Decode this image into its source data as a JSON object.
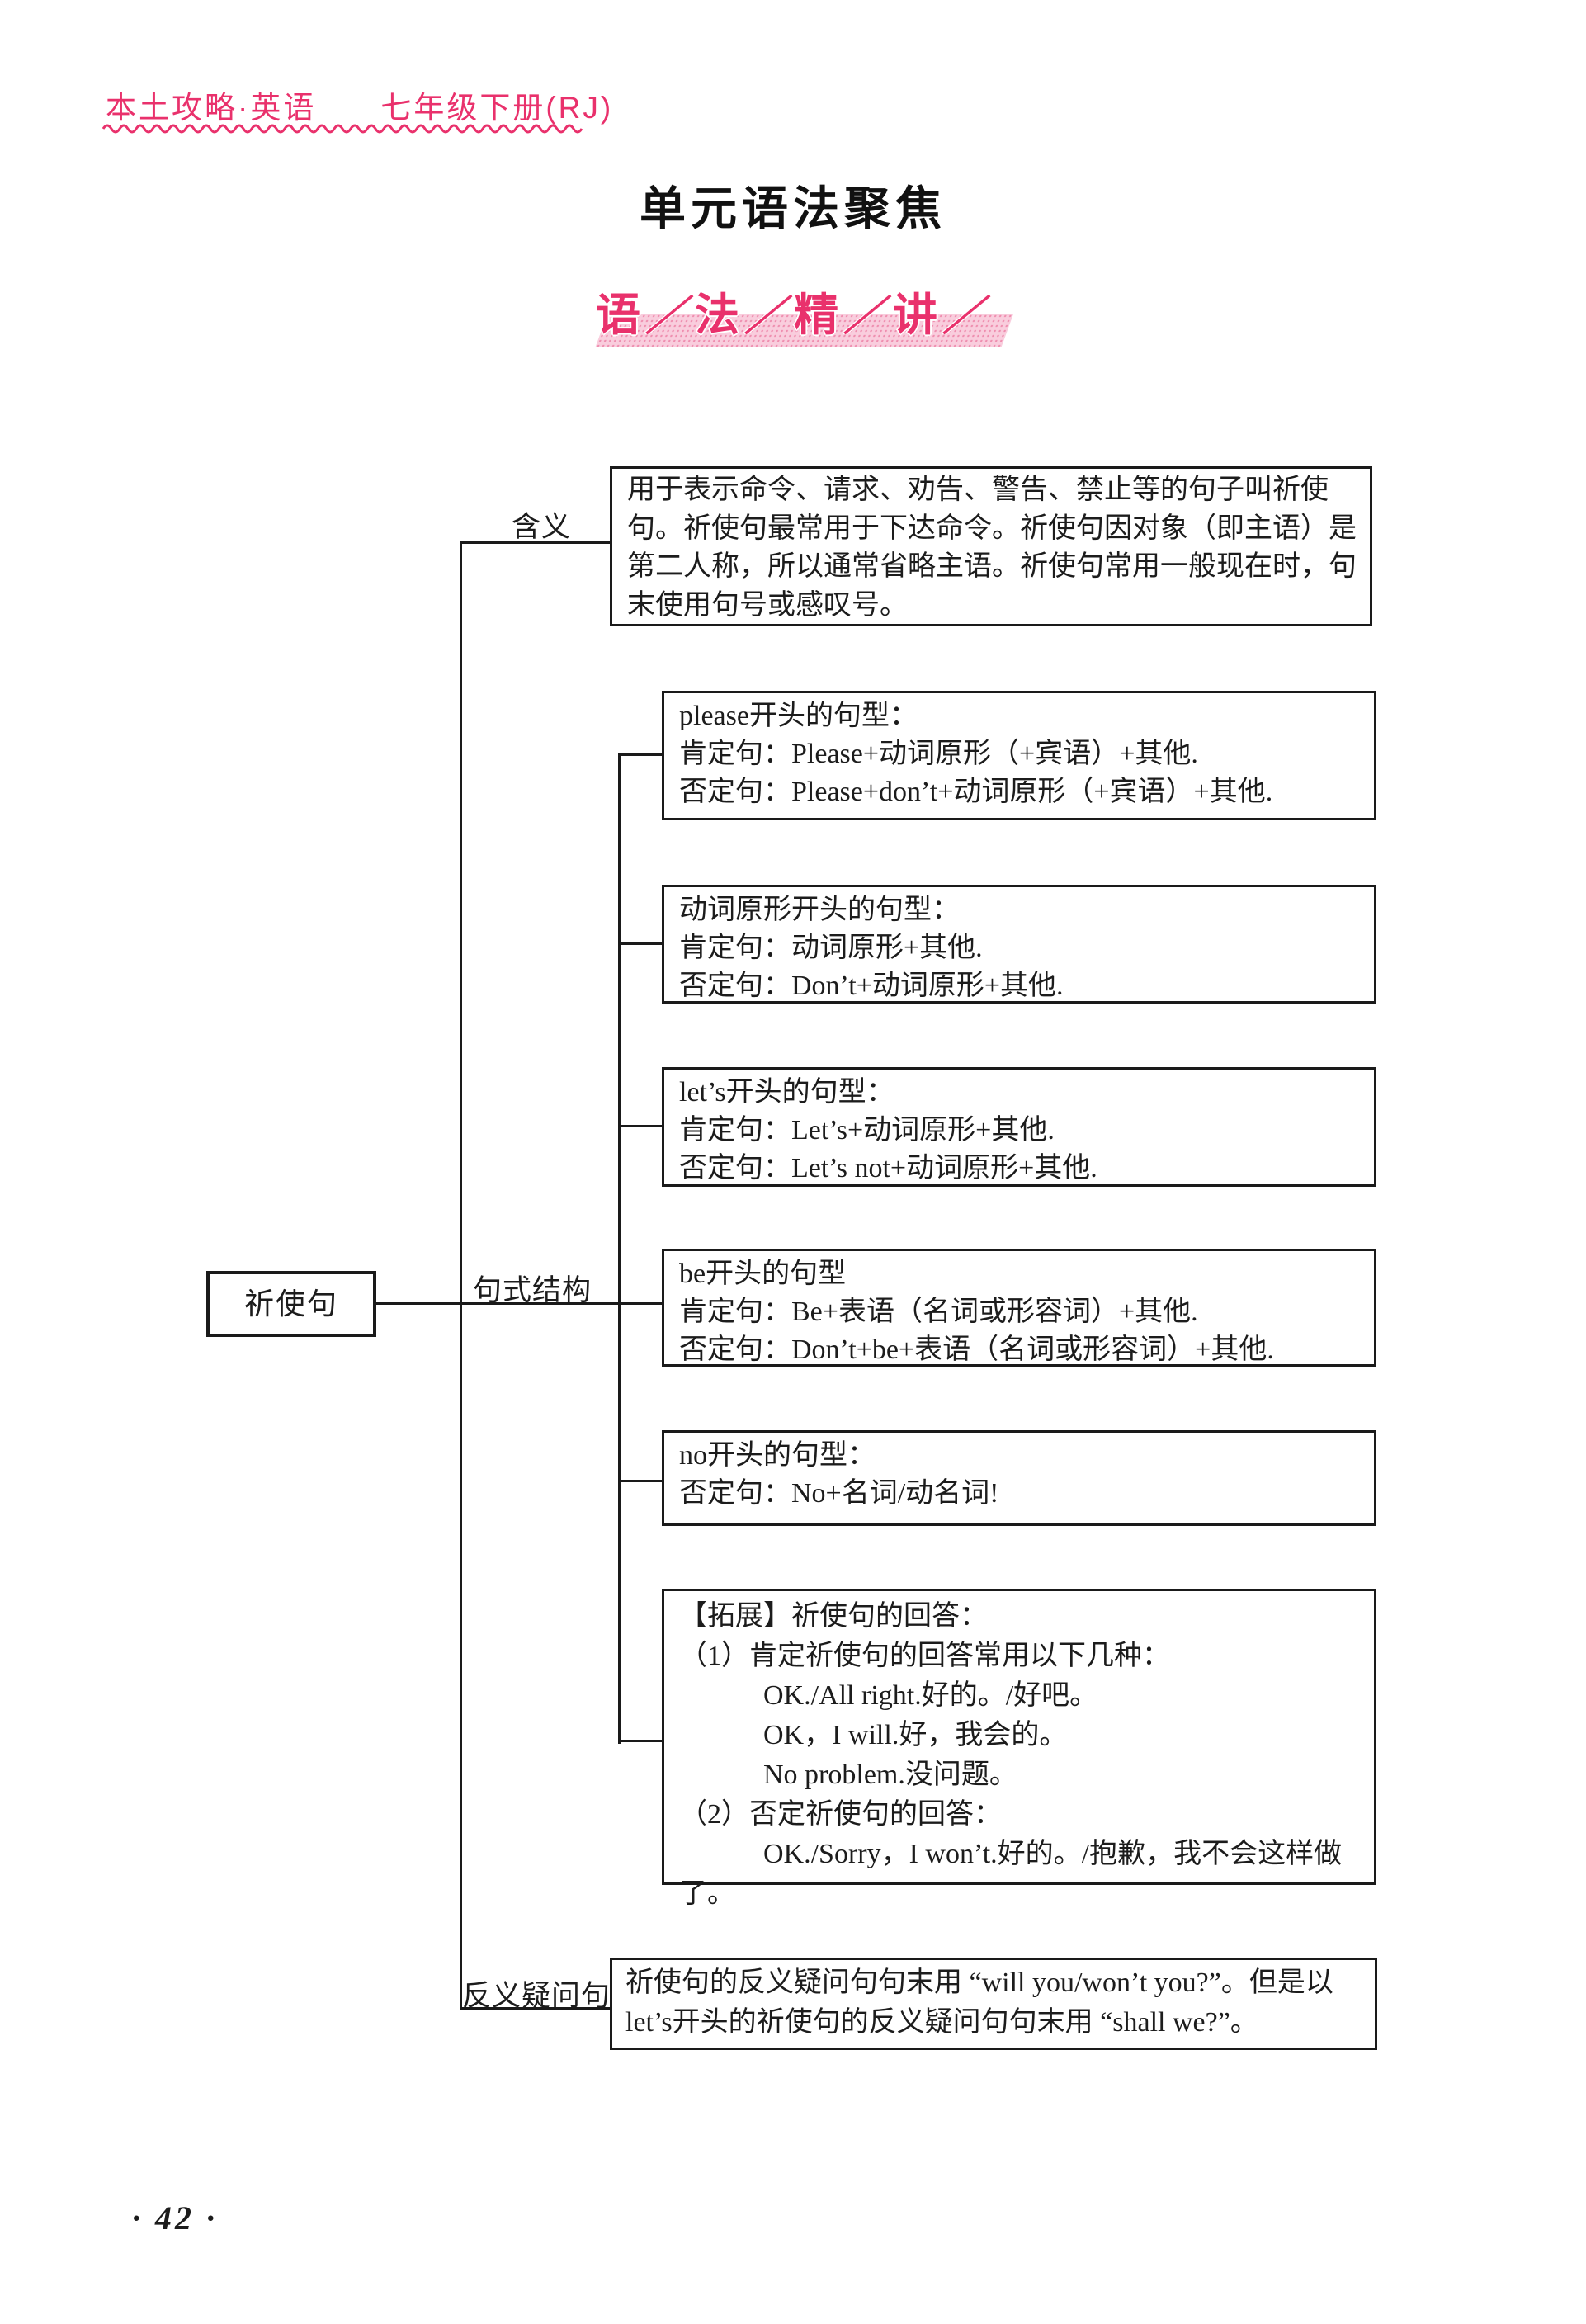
{
  "page": {
    "header_left": "本土攻略·英语",
    "header_right": "七年级下册(RJ)",
    "title": "单元语法聚焦",
    "banner": {
      "chars": [
        "语",
        "法",
        "精",
        "讲"
      ],
      "separator": "／"
    },
    "page_number": "· 42 ·"
  },
  "tree": {
    "root_label": "祈使句",
    "branch_meaning": {
      "label": "含义",
      "text": "用于表示命令、请求、劝告、警告、禁止等的句子叫祈使句。祈使句最常用于下达命令。祈使句因对象（即主语）是第二人称，所以通常省略主语。祈使句常用一般现在时，句末使用句号或感叹号。"
    },
    "branch_structure": {
      "label": "句式结构",
      "boxes": [
        {
          "l1": "please开头的句型：",
          "l2": "肯定句：Please+动词原形（+宾语）+其他.",
          "l3": "否定句：Please+don’t+动词原形（+宾语）+其他."
        },
        {
          "l1": "动词原形开头的句型：",
          "l2": "肯定句：动词原形+其他.",
          "l3": "否定句：Don’t+动词原形+其他."
        },
        {
          "l1": "let’s开头的句型：",
          "l2": "肯定句：Let’s+动词原形+其他.",
          "l3": "否定句：Let’s not+动词原形+其他."
        },
        {
          "l1": "be开头的句型",
          "l2": "肯定句：Be+表语（名词或形容词）+其他.",
          "l3": "否定句：Don’t+be+表语（名词或形容词）+其他."
        },
        {
          "l1": "no开头的句型：",
          "l2": "否定句：No+名词/动名词!"
        },
        {
          "l1": "【拓展】祈使句的回答：",
          "l2": "（1）肯定祈使句的回答常用以下几种：",
          "l3": "　　　OK./All right.好的。/好吧。",
          "l4": "　　　OK，I will.好，我会的。",
          "l5": "　　　No problem.没问题。",
          "l6": "（2）否定祈使句的回答：",
          "l7": "　　　OK./Sorry，I won’t.好的。/抱歉，我不会这样做了。"
        }
      ]
    },
    "branch_tag": {
      "label": "反义疑问句",
      "line1": "祈使句的反义疑问句句末用 “will you/won’t you?”。但是以",
      "line2": "let’s开头的祈使句的反义疑问句句末用 “shall we?”。"
    }
  }
}
